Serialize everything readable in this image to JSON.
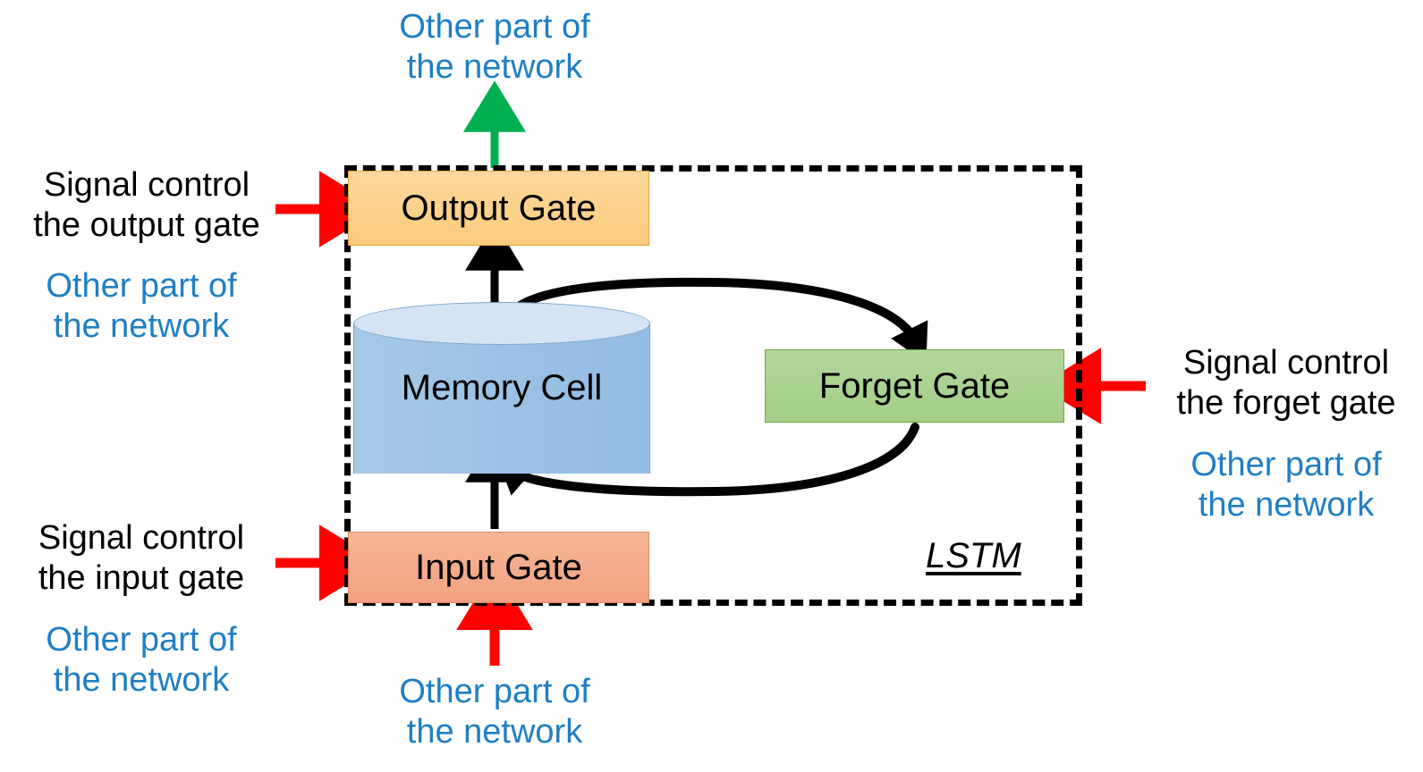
{
  "diagram": {
    "title": "LSTM",
    "caption_label": "LSTM",
    "blocks": {
      "output_gate": "Output Gate",
      "memory_cell": "Memory Cell",
      "forget_gate": "Forget Gate",
      "input_gate": "Input Gate"
    },
    "annotations": {
      "top_network": "Other part of\nthe network",
      "output_signal": "Signal control\nthe output gate",
      "output_network": "Other part of\nthe network",
      "input_signal": "Signal control\nthe input gate",
      "input_network": "Other part of\nthe network",
      "bottom_network": "Other part of\nthe network",
      "forget_signal": "Signal control\nthe forget gate",
      "forget_network": "Other part of\nthe network"
    },
    "colors": {
      "output_gate_fill": "#FBCB7E",
      "output_gate_stroke": "#E8A33D",
      "input_gate_fill": "#F2A183",
      "input_gate_stroke": "#E08A5C",
      "forget_gate_fill": "#A9D18E",
      "forget_gate_stroke": "#6EA84A",
      "memory_cell_fill": "#9CC3E5",
      "memory_cell_top_fill": "#D4E4F5",
      "memory_cell_stroke": "#7BA7CC",
      "signal_arrow": "#FF0000",
      "output_arrow": "#00B050",
      "internal_arrow": "#000000",
      "annotation_blue": "#1F7FC4",
      "annotation_black": "#000000",
      "container_border": "#000000",
      "background": "#FFFFFF"
    },
    "arrows": {
      "green_output": "green-up-arrow-out-of-lstm",
      "red_output_signal": "red-right-arrow-into-output-gate",
      "red_input_signal": "red-right-arrow-into-input-gate",
      "red_forget_signal": "red-left-arrow-into-forget-gate",
      "red_bottom_input": "red-up-arrow-into-input-gate",
      "black_cell_to_output": "black-up-arrow-memory-cell-to-output-gate",
      "black_input_to_cell": "black-up-arrow-input-gate-to-memory-cell",
      "black_cell_to_forget": "black-curved-arrow-memory-cell-to-forget-gate",
      "black_forget_to_cell": "black-curved-arrow-forget-gate-to-memory-cell"
    }
  }
}
